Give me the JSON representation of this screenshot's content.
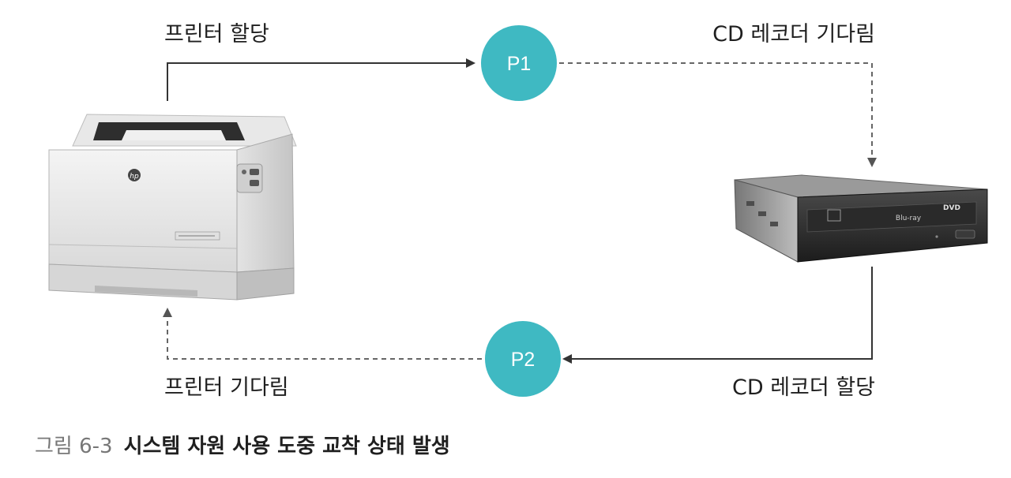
{
  "nodes": {
    "p1": "P1",
    "p2": "P2"
  },
  "edges": {
    "printer_allocated": "프린터 할당",
    "cd_waiting": "CD 레코더 기다림",
    "cd_allocated": "CD 레코더 할당",
    "printer_waiting": "프린터 기다림"
  },
  "devices": {
    "printer_brand": "hp",
    "drive_brand": "Blu-ray",
    "drive_badge": "DVD"
  },
  "caption": {
    "number": "그림 6-3",
    "text": "시스템 자원 사용 도중 교착 상태 발생"
  },
  "colors": {
    "node": "#3fb9c2",
    "arrow_solid": "#333333",
    "arrow_dashed": "#666666"
  }
}
